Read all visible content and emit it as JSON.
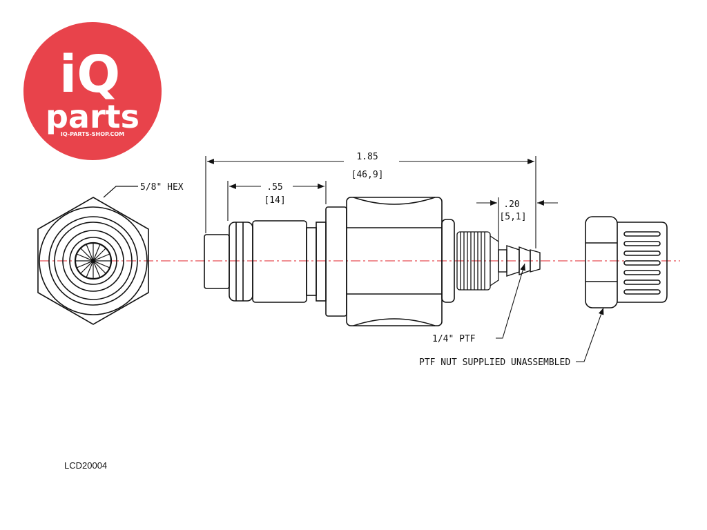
{
  "logo": {
    "line1": "iQ",
    "line2": "parts",
    "url": "IQ-PARTS-SHOP.COM",
    "color": "#e8434b"
  },
  "dimensions": {
    "hex": "5/8\" HEX",
    "overall_in": "1.85",
    "overall_mm": "[46,9]",
    "body_in": ".55",
    "body_mm": "[14]",
    "barb_in": ".20",
    "barb_mm": "[5,1]"
  },
  "notes": {
    "thread": "1/4\" PTF",
    "nut": "PTF NUT SUPPLIED UNASSEMBLED"
  },
  "part_number": "LCD20004",
  "colors": {
    "line": "#111111",
    "centerline": "#e0202a"
  }
}
